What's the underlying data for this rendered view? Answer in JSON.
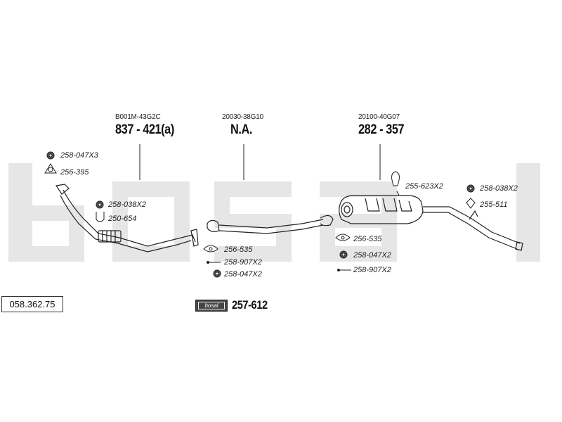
{
  "watermark": {
    "text": "bosal"
  },
  "catalog_number": "058.362.75",
  "sections": [
    {
      "oem": "B001M-43G2C",
      "part": "837 - 421(a)"
    },
    {
      "oem": "20030-38G10",
      "part": "N.A."
    },
    {
      "oem": "20100-40G07",
      "part": "282 - 357"
    }
  ],
  "accessories": {
    "front": [
      "258-047X3",
      "256-395",
      "258-038X2",
      "250-654"
    ],
    "middle": [
      "256-535",
      "258-907X2",
      "258-047X2"
    ],
    "rear_left": [
      "256-535",
      "258-047X2",
      "258-907X2"
    ],
    "rear_hanger": "255-623X2",
    "rear_right": [
      "258-038X2",
      "255-511"
    ]
  },
  "kit": {
    "logo": "bosal",
    "part": "257-612"
  }
}
